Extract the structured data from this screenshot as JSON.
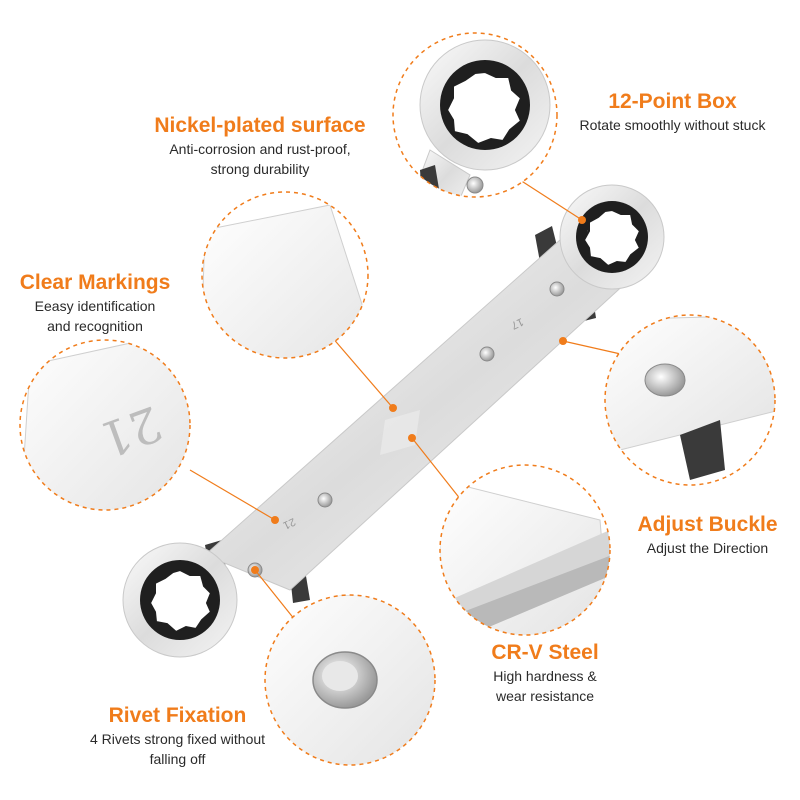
{
  "features": {
    "nickel": {
      "title": "Nickel-plated surface",
      "desc": [
        "Anti-corrosion and rust-proof,",
        "strong durability"
      ]
    },
    "box": {
      "title": "12-Point Box",
      "desc": [
        "Rotate smoothly without stuck"
      ]
    },
    "clear": {
      "title": "Clear Markings",
      "desc": [
        "Eeasy identification",
        "and recognition"
      ]
    },
    "buckle": {
      "title": "Adjust Buckle",
      "desc": [
        "Adjust the Direction"
      ]
    },
    "crv": {
      "title": "CR-V Steel",
      "desc": [
        "High hardness &",
        "wear resistance"
      ]
    },
    "rivet": {
      "title": "Rivet Fixation",
      "desc": [
        "4 Rivets strong fixed without",
        "falling off"
      ]
    }
  },
  "wrench": {
    "size_top": "17",
    "size_bottom": "21"
  },
  "colors": {
    "accent": "#f07c1b",
    "text": "#2a2a2a",
    "steel": "#e6e6e6",
    "ratchet": "#222222"
  }
}
